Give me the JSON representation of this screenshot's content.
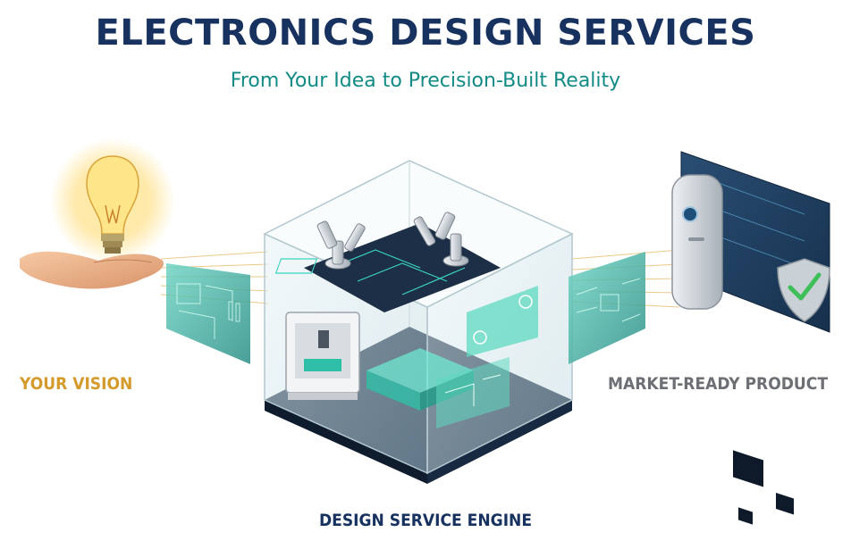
{
  "header": {
    "title": "ELECTRONICS DESIGN SERVICES",
    "subtitle": "From Your Idea to Precision-Built Reality"
  },
  "stages": {
    "input_label": "YOUR VISION",
    "engine_label": "DESIGN SERVICE ENGINE",
    "output_label": "MARKET-READY PRODUCT"
  },
  "colors": {
    "title": "#17325f",
    "subtitle": "#128a86",
    "vision": "#d49a2c",
    "market": "#6c6f74",
    "circuit": "#1fb5a4",
    "wire": "#e2b35a"
  },
  "icons": [
    "hand-icon",
    "lightbulb-icon",
    "circuit-panel-icon",
    "robot-arm-icon",
    "3d-printer-icon",
    "device-icon",
    "shield-check-icon"
  ]
}
